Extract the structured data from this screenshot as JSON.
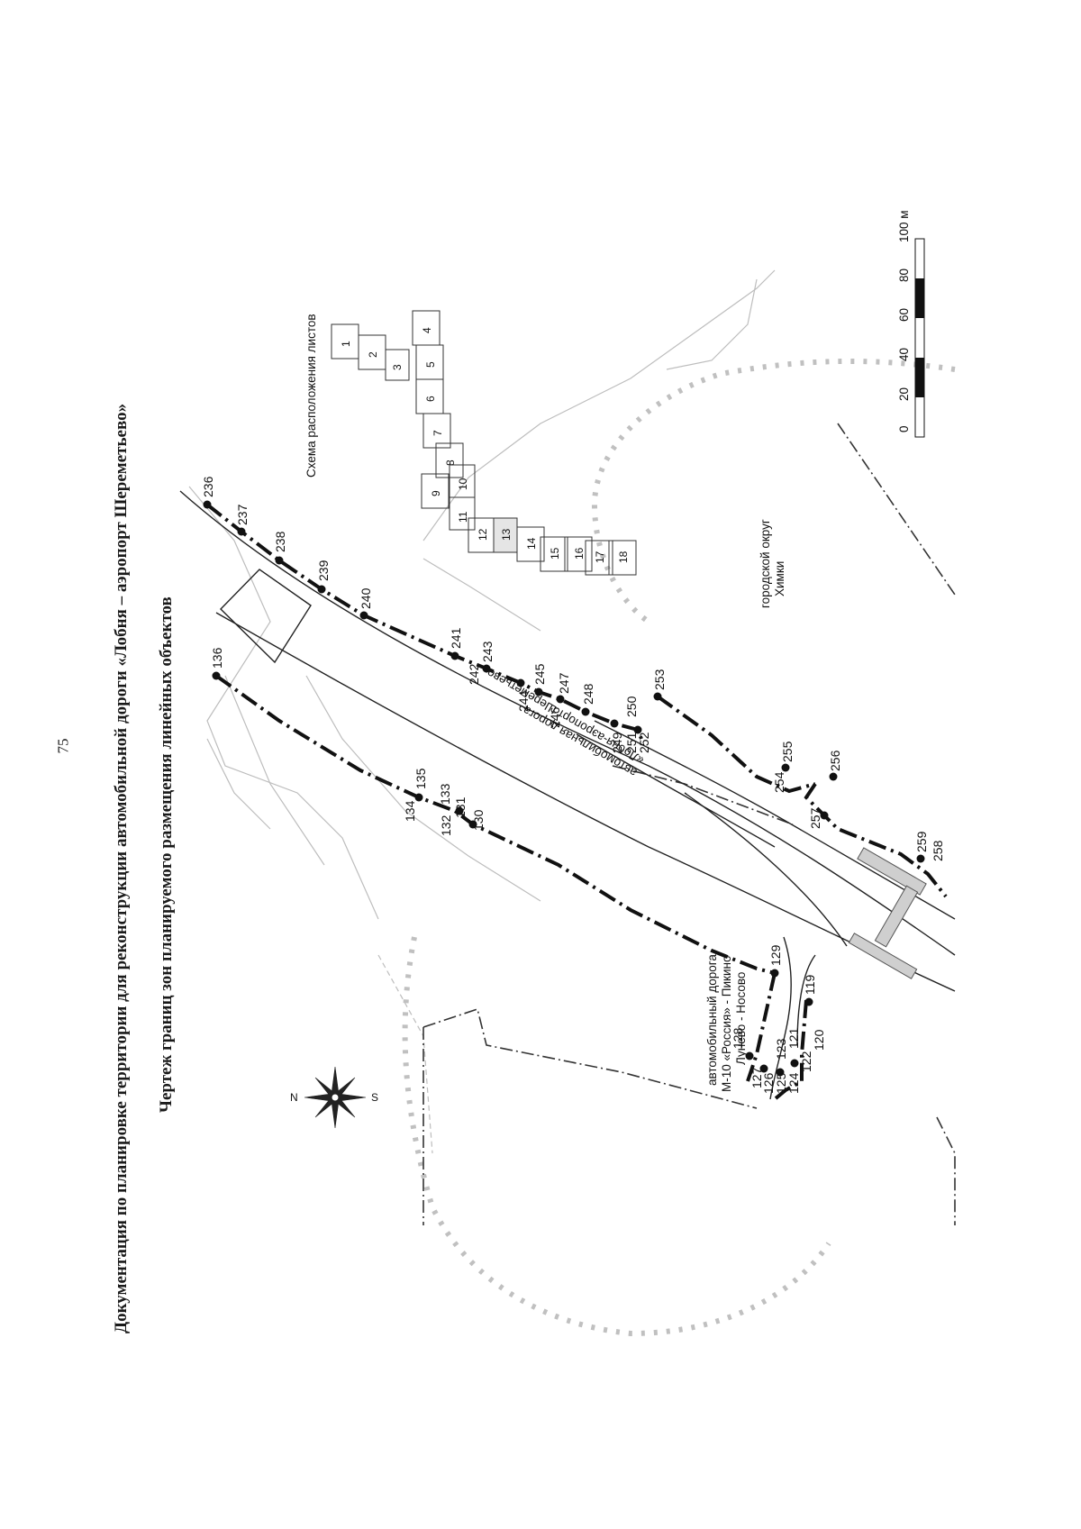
{
  "page": {
    "number": "75"
  },
  "document": {
    "title": "Документация по планировке территории для реконструкции автомобильной дороги «Лобня – аэропорт Шереметьево»",
    "subtitle": "Чертеж границ зон планируемого размещения линейных объектов"
  },
  "inset": {
    "title": "Схема расположения листов",
    "sheets": [
      "1",
      "2",
      "3",
      "4",
      "5",
      "6",
      "7",
      "8",
      "9",
      "10",
      "11",
      "12",
      "13",
      "14",
      "15",
      "16",
      "17",
      "18"
    ],
    "highlighted_sheet": "13"
  },
  "labels": {
    "road_main_line1": "автомобильная дорога",
    "road_main_line2": "«Лобня-аэропорт Шереметьево»",
    "road_m10_line1": "автомобильный дорога",
    "road_m10_line2": "М-10 «Россия» - Пикино",
    "road_m10_line3": "Лунево - Носово",
    "district_line1": "городской округ",
    "district_line2": "Химки"
  },
  "scale_bar": {
    "ticks": [
      "0",
      "20",
      "40",
      "60",
      "80",
      "100 м"
    ]
  },
  "compass": {
    "north": "N",
    "south": "S"
  },
  "points": {
    "p236": "236",
    "p237": "237",
    "p238": "238",
    "p239": "239",
    "p240": "240",
    "p241": "241",
    "p242": "242",
    "p243": "243",
    "p244": "244",
    "p245": "245",
    "p246": "246",
    "p247": "247",
    "p248": "248",
    "p249": "249",
    "p250": "250",
    "p251": "251",
    "p252": "252",
    "p253": "253",
    "p254": "254",
    "p255": "255",
    "p256": "256",
    "p257": "257",
    "p258": "258",
    "p259": "259",
    "p136": "136",
    "p135": "135",
    "p134": "134",
    "p133": "133",
    "p132": "132",
    "p131": "131",
    "p130": "130",
    "p129": "129",
    "p128": "128",
    "p127": "127",
    "p126": "126",
    "p125": "125",
    "p124": "124",
    "p123": "123",
    "p122": "122",
    "p121": "121",
    "p120": "120",
    "p119": "119"
  },
  "colors": {
    "boundary": "#111111",
    "road": "#222222",
    "background_lines": "#b9b9b9"
  }
}
